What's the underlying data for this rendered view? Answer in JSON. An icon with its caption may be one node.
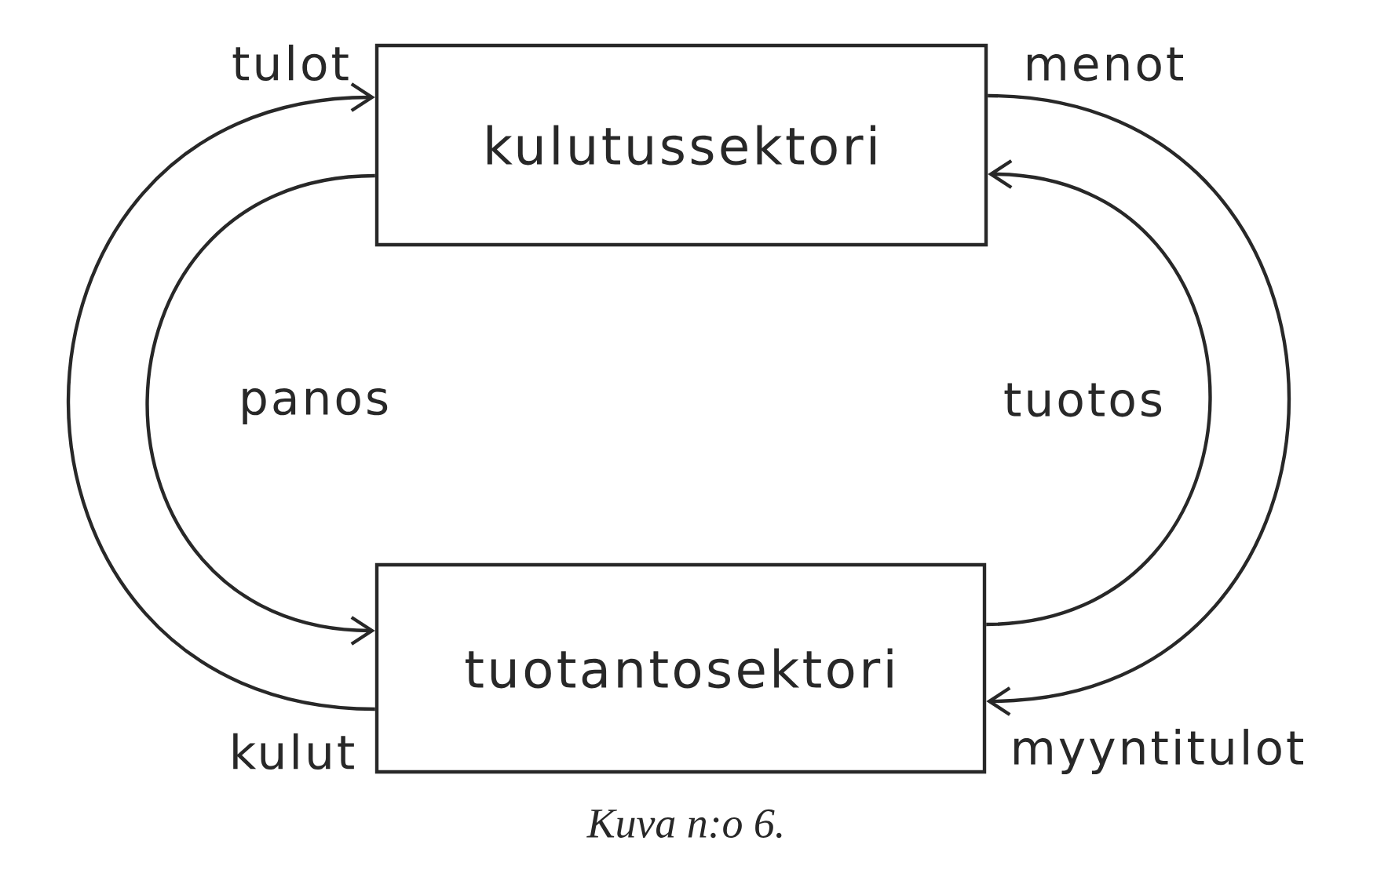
{
  "diagram": {
    "caption": "Kuva n:o 6.",
    "nodes": [
      {
        "text": [
          "kulutussektori"
        ]
      },
      {
        "text": [
          "tuotantosektori"
        ]
      }
    ],
    "edges": [
      {
        "from": 1,
        "to": 0,
        "arrow": "to"
      },
      {
        "from": 0,
        "to": 1,
        "arrow": "to",
        "label": "panos"
      },
      {
        "from": 1,
        "to": 0,
        "arrow": "to",
        "label": "tuotos"
      },
      {
        "from": 0,
        "to": 1,
        "arrow": "to"
      }
    ],
    "labels": [
      "tulot",
      "menot",
      "kulut",
      "myyntitulot"
    ]
  }
}
